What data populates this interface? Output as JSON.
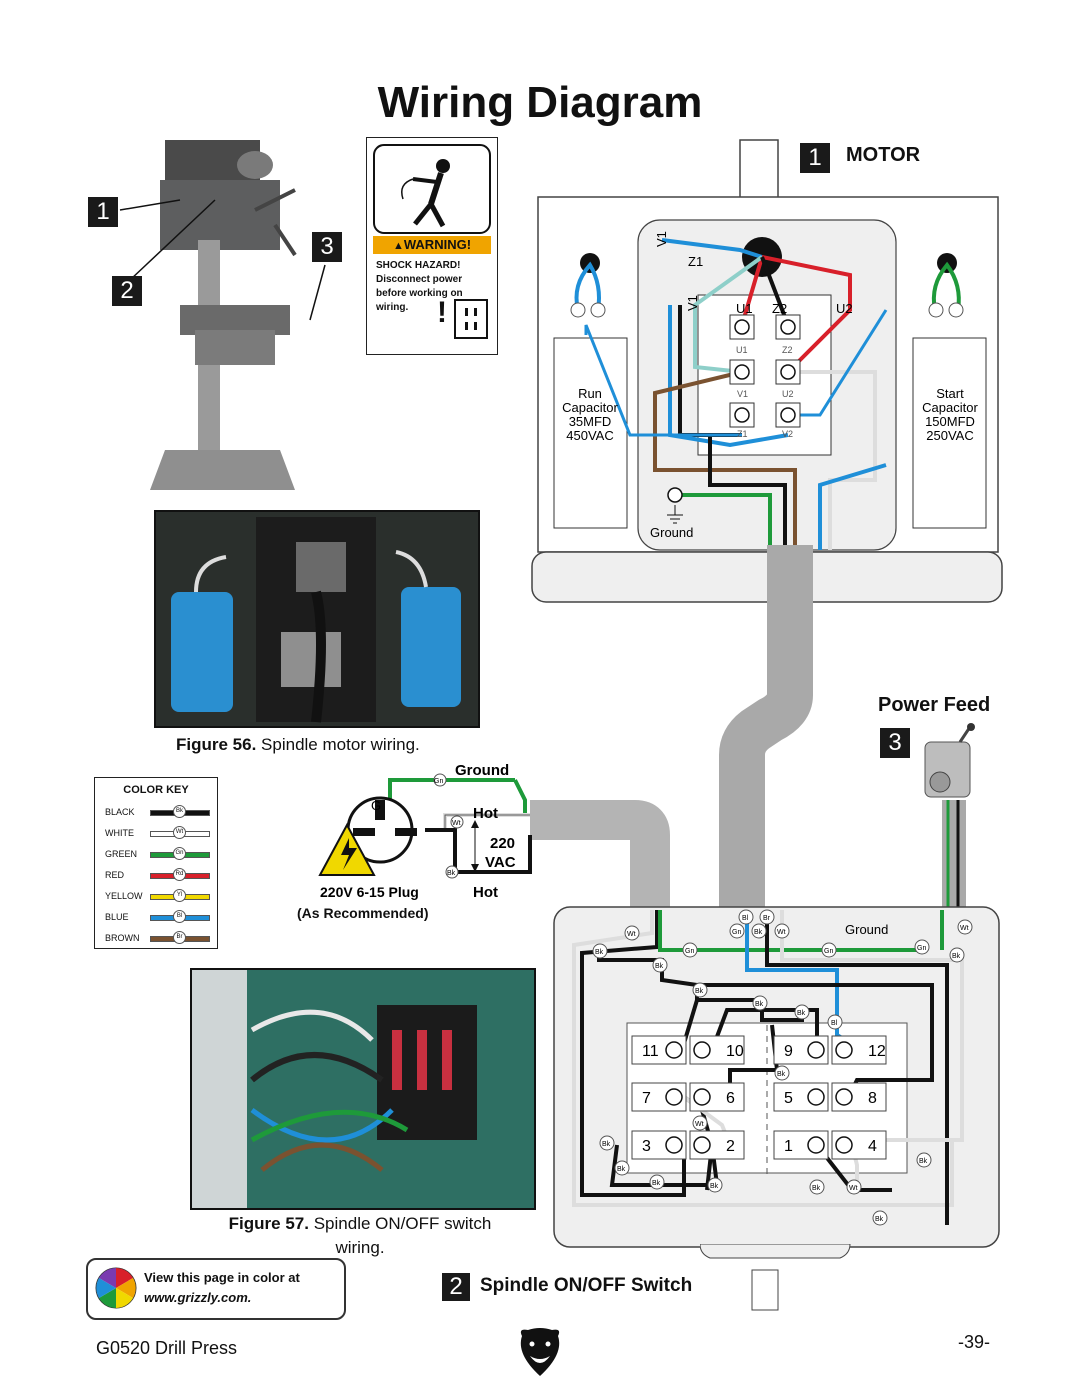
{
  "title": "Wiring Diagram",
  "callouts": {
    "n1": "1",
    "n2": "2",
    "n3": "3"
  },
  "warning_label": {
    "heading": "WARNING!",
    "line1": "SHOCK HAZARD!",
    "line2": "Disconnect power",
    "line3": "before working on",
    "line4": "wiring."
  },
  "motor": {
    "number": "1",
    "title": "MOTOR",
    "run_cap": {
      "l1": "Run",
      "l2": "Capacitor",
      "l3": "35MFD",
      "l4": "450VAC"
    },
    "start_cap": {
      "l1": "Start",
      "l2": "Capacitor",
      "l3": "150MFD",
      "l4": "250VAC"
    },
    "labels": {
      "v1a": "V1",
      "z1": "Z1",
      "v1b": "V1",
      "u1": "U1",
      "z2": "Z2",
      "u2": "U2",
      "t_u1": "U1",
      "t_z2": "Z2",
      "t_v1": "V1",
      "t_u2": "U2",
      "t_z1": "Z1",
      "t_v2": "V2",
      "ground": "Ground"
    }
  },
  "fig56": {
    "num": "Figure 56.",
    "text": "Spindle motor wiring."
  },
  "color_key": {
    "title": "COLOR KEY",
    "items": [
      {
        "name": "BLACK",
        "code": "Bk",
        "color": "#111111"
      },
      {
        "name": "WHITE",
        "code": "Wt",
        "color": "#ffffff"
      },
      {
        "name": "GREEN",
        "code": "Gn",
        "color": "#1e9a3a"
      },
      {
        "name": "RED",
        "code": "Rd",
        "color": "#d8202a"
      },
      {
        "name": "YELLOW",
        "code": "Yl",
        "color": "#f0d800"
      },
      {
        "name": "BLUE",
        "code": "Bl",
        "color": "#1f8fd8"
      },
      {
        "name": "BROWN",
        "code": "Br",
        "color": "#7a5230"
      }
    ]
  },
  "plug": {
    "ground": "Ground",
    "g": "G",
    "hot1": "Hot",
    "v220": "220",
    "vac": "VAC",
    "hot2": "Hot",
    "plug_name": "220V 6-15 Plug",
    "recommended": "As Recommended"
  },
  "power_feed": {
    "number": "3",
    "title": "Power Feed"
  },
  "switch": {
    "number": "2",
    "title": "Spindle ON/OFF Switch",
    "ground": "Ground",
    "terminals": [
      "11",
      "10",
      "9",
      "12",
      "7",
      "6",
      "5",
      "8",
      "3",
      "2",
      "1",
      "4"
    ]
  },
  "fig57": {
    "num": "Figure 57.",
    "text": "Spindle ON/OFF switch",
    "text2": "wiring."
  },
  "color_badge": {
    "line1": "View this page in color at",
    "line2": "www.grizzly.com."
  },
  "footer": {
    "model": "G0520 Drill Press",
    "page": "-39-"
  },
  "colors": {
    "black": "#111111",
    "green": "#1e9a3a",
    "red": "#d8202a",
    "blue": "#1f8fd8",
    "brown": "#7a5230",
    "teal": "#8ecfc9",
    "gray": "#a9a9a9",
    "warning": "#f0a400"
  }
}
